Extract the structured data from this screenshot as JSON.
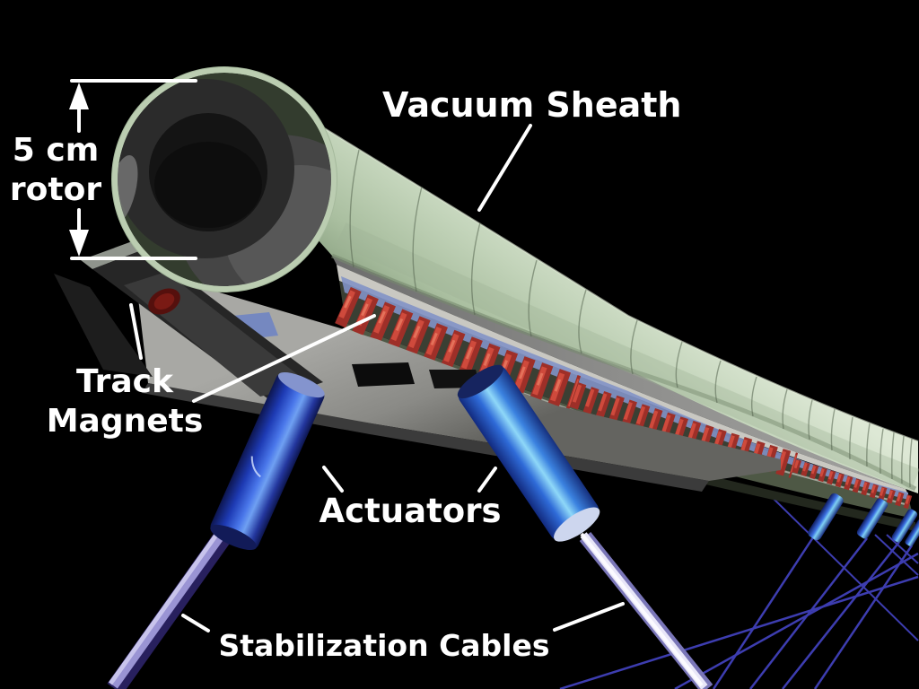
{
  "labels": {
    "rotor": {
      "line1": "5 cm",
      "line2": "rotor"
    },
    "vacuum_sheath": {
      "text": "Vacuum Sheath"
    },
    "track_magnets": {
      "line1": "Track",
      "line2": "Magnets"
    },
    "actuators": {
      "text": "Actuators"
    },
    "stabilization_cables": {
      "text": "Stabilization Cables"
    }
  },
  "colors": {
    "background": "#000000",
    "annotation": "#ffffff",
    "sheath_green": "#bed0b5",
    "rotor_dark": "#2b2b2b",
    "track_plate_gray": "#9c9c98",
    "magnet_red": "#b43530",
    "slat_blue": "#8292c6",
    "actuator_blue": "#3f6ae0",
    "actuator_highlight": "#8fd8f8",
    "cable_lavender": "#a9a4dc",
    "thin_cable_indigo": "#3d3db0"
  }
}
